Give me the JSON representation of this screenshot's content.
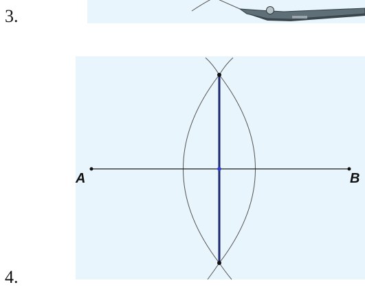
{
  "steps": {
    "step3": "3.",
    "step4": "4."
  },
  "points": {
    "a": "A",
    "b": "B"
  },
  "colors": {
    "panel_bg": "#e8f5fc",
    "segment": "#1a1a1a",
    "arc": "#555555",
    "bisector": "#1d2670",
    "midpoint": "#2b3bd6",
    "compass_body": "#5f6f78"
  },
  "icons": {
    "compass": "compass-icon"
  }
}
